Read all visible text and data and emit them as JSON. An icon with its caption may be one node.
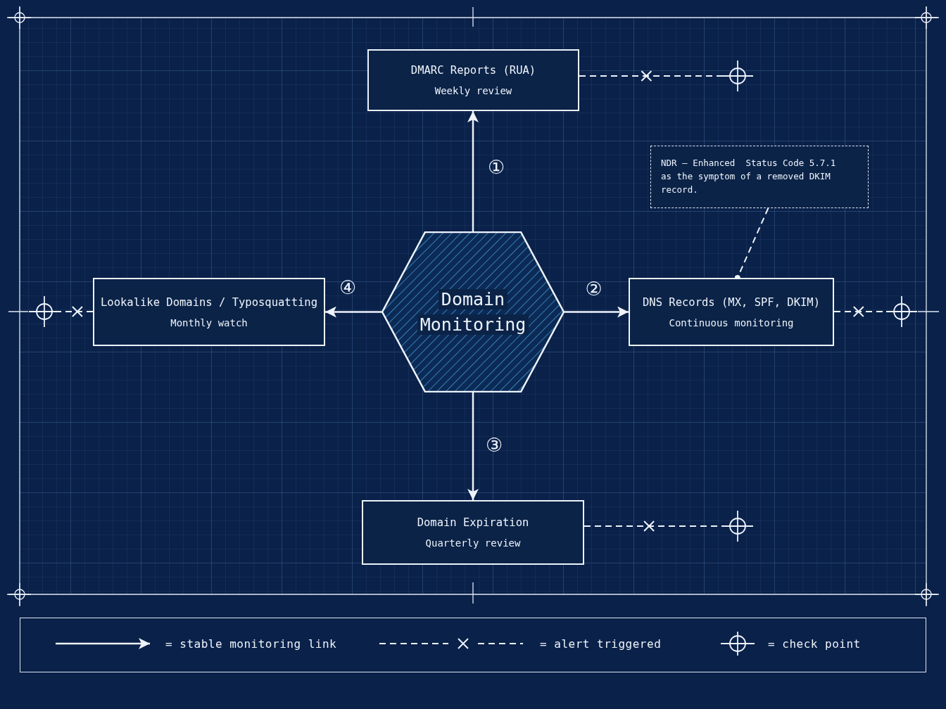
{
  "diagram": {
    "nodes": [
      {
        "text": [
          "Domain Monitoring"
        ]
      },
      {
        "text": [
          "DMARC Reports (RUA)",
          "Weekly review"
        ]
      },
      {
        "text": [
          "DNS Records (MX, SPF, DKIM)",
          "Continuous monitoring"
        ]
      },
      {
        "text": [
          "Domain Expiration",
          "Quarterly review"
        ]
      },
      {
        "text": [
          "Lookalike Domains / Typosquatting",
          "Monthly watch"
        ]
      },
      {
        "text": [
          "NDR — Enhanced  Status Code 5.7.1 as the symptom of a removed DKIM record."
        ]
      },
      {
        "text": [],
        "shape": "crosshair"
      },
      {
        "text": [],
        "shape": "crosshair"
      },
      {
        "text": [],
        "shape": "crosshair"
      },
      {
        "text": [],
        "shape": "crosshair"
      }
    ],
    "edges": [
      {
        "from": 0,
        "to": 1,
        "arrow": "to",
        "label": "①"
      },
      {
        "from": 0,
        "to": 2,
        "arrow": "to",
        "label": "②"
      },
      {
        "from": 0,
        "to": 3,
        "arrow": "to",
        "label": "③"
      },
      {
        "from": 0,
        "to": 4,
        "arrow": "to",
        "label": "④"
      },
      {
        "from": 5,
        "to": 2,
        "arrow": "other",
        "style": "dashed"
      },
      {
        "from": 1,
        "to": 6,
        "arrow": "none",
        "style": "dashed"
      },
      {
        "from": 4,
        "to": 7,
        "arrow": "none",
        "style": "dashed"
      },
      {
        "from": 2,
        "to": 8,
        "arrow": "none",
        "style": "dashed"
      },
      {
        "from": 3,
        "to": 9,
        "arrow": "none",
        "style": "dashed"
      }
    ],
    "legend": [
      {
        "text": "= stable monitoring link"
      },
      {
        "text": "= alert triggered"
      },
      {
        "text": "= check point"
      }
    ]
  }
}
